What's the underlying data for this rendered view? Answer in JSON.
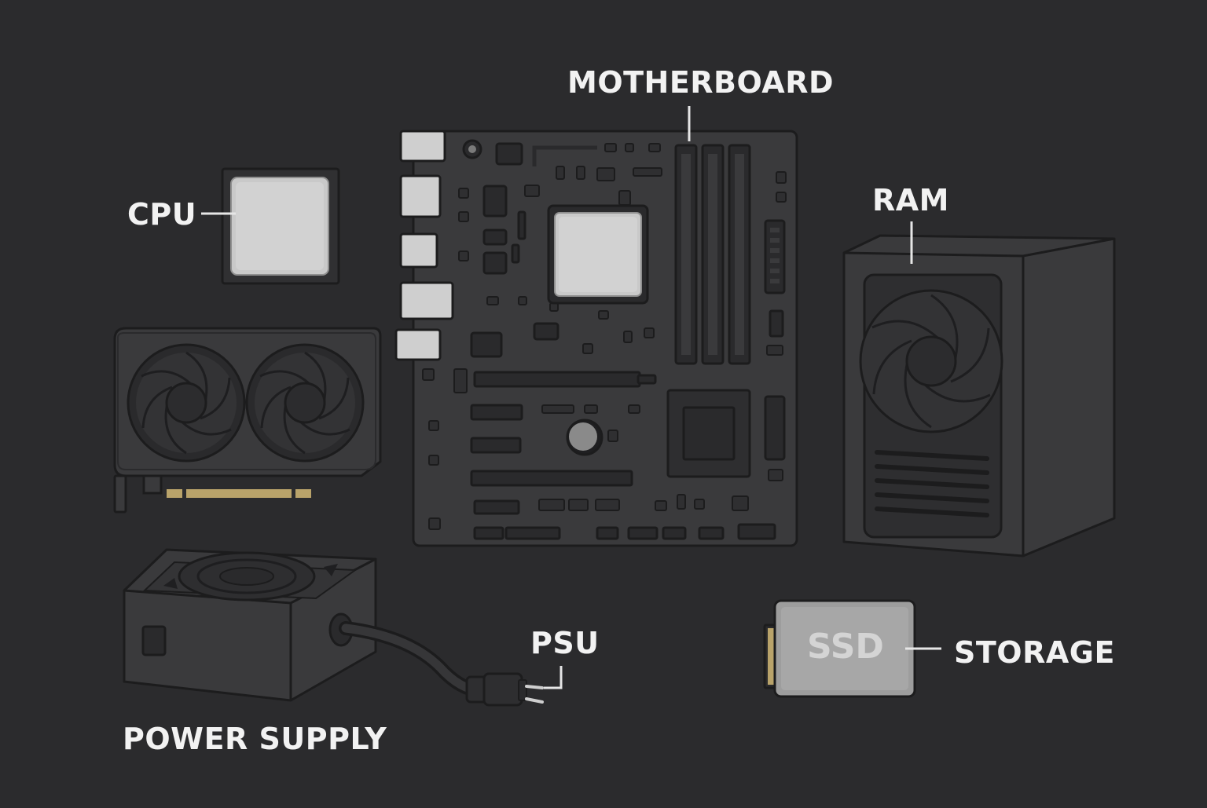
{
  "labels": {
    "cpu": "CPU",
    "motherboard": "MOTHERBOARD",
    "ram": "RAM",
    "psu": "PSU",
    "power_supply": "POWER SUPPLY",
    "storage": "STORAGE",
    "ssd": "SSD"
  },
  "colors": {
    "background": "#2b2b2d",
    "component_body": "#3a3a3c",
    "outline": "#1c1c1d",
    "chip_silver": "#c9c9c9",
    "gold_contacts": "#b9a36a",
    "label_text": "#f2f2f2"
  }
}
